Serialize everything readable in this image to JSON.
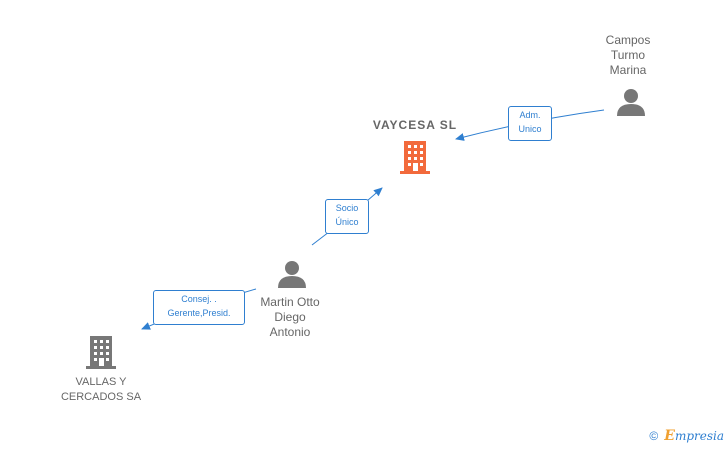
{
  "nodes": {
    "vaycesa": {
      "name": "VAYCESA  SL",
      "kind": "company",
      "highlight": true
    },
    "campos": {
      "name_lines": [
        "Campos",
        "Turmo",
        "Marina"
      ],
      "kind": "person"
    },
    "martin": {
      "name_lines": [
        "Martin Otto",
        "Diego",
        "Antonio"
      ],
      "kind": "person"
    },
    "vallas": {
      "name_lines": [
        "VALLAS Y",
        "CERCADOS SA"
      ],
      "kind": "company"
    }
  },
  "relations": {
    "campos_vaycesa": {
      "lines": [
        "Adm.",
        "Unico"
      ]
    },
    "martin_vaycesa": {
      "lines": [
        "Socio",
        "Único"
      ]
    },
    "martin_vallas": {
      "lines": [
        "Consej. .",
        "Gerente,Presid."
      ]
    }
  },
  "footer": {
    "copyright_symbol": "©",
    "brand_initial": "E",
    "brand_rest": "mpresia"
  },
  "colors": {
    "highlight": "#f26a3c",
    "node": "#777777",
    "edge": "#2f7fd0",
    "label": "#666666"
  }
}
